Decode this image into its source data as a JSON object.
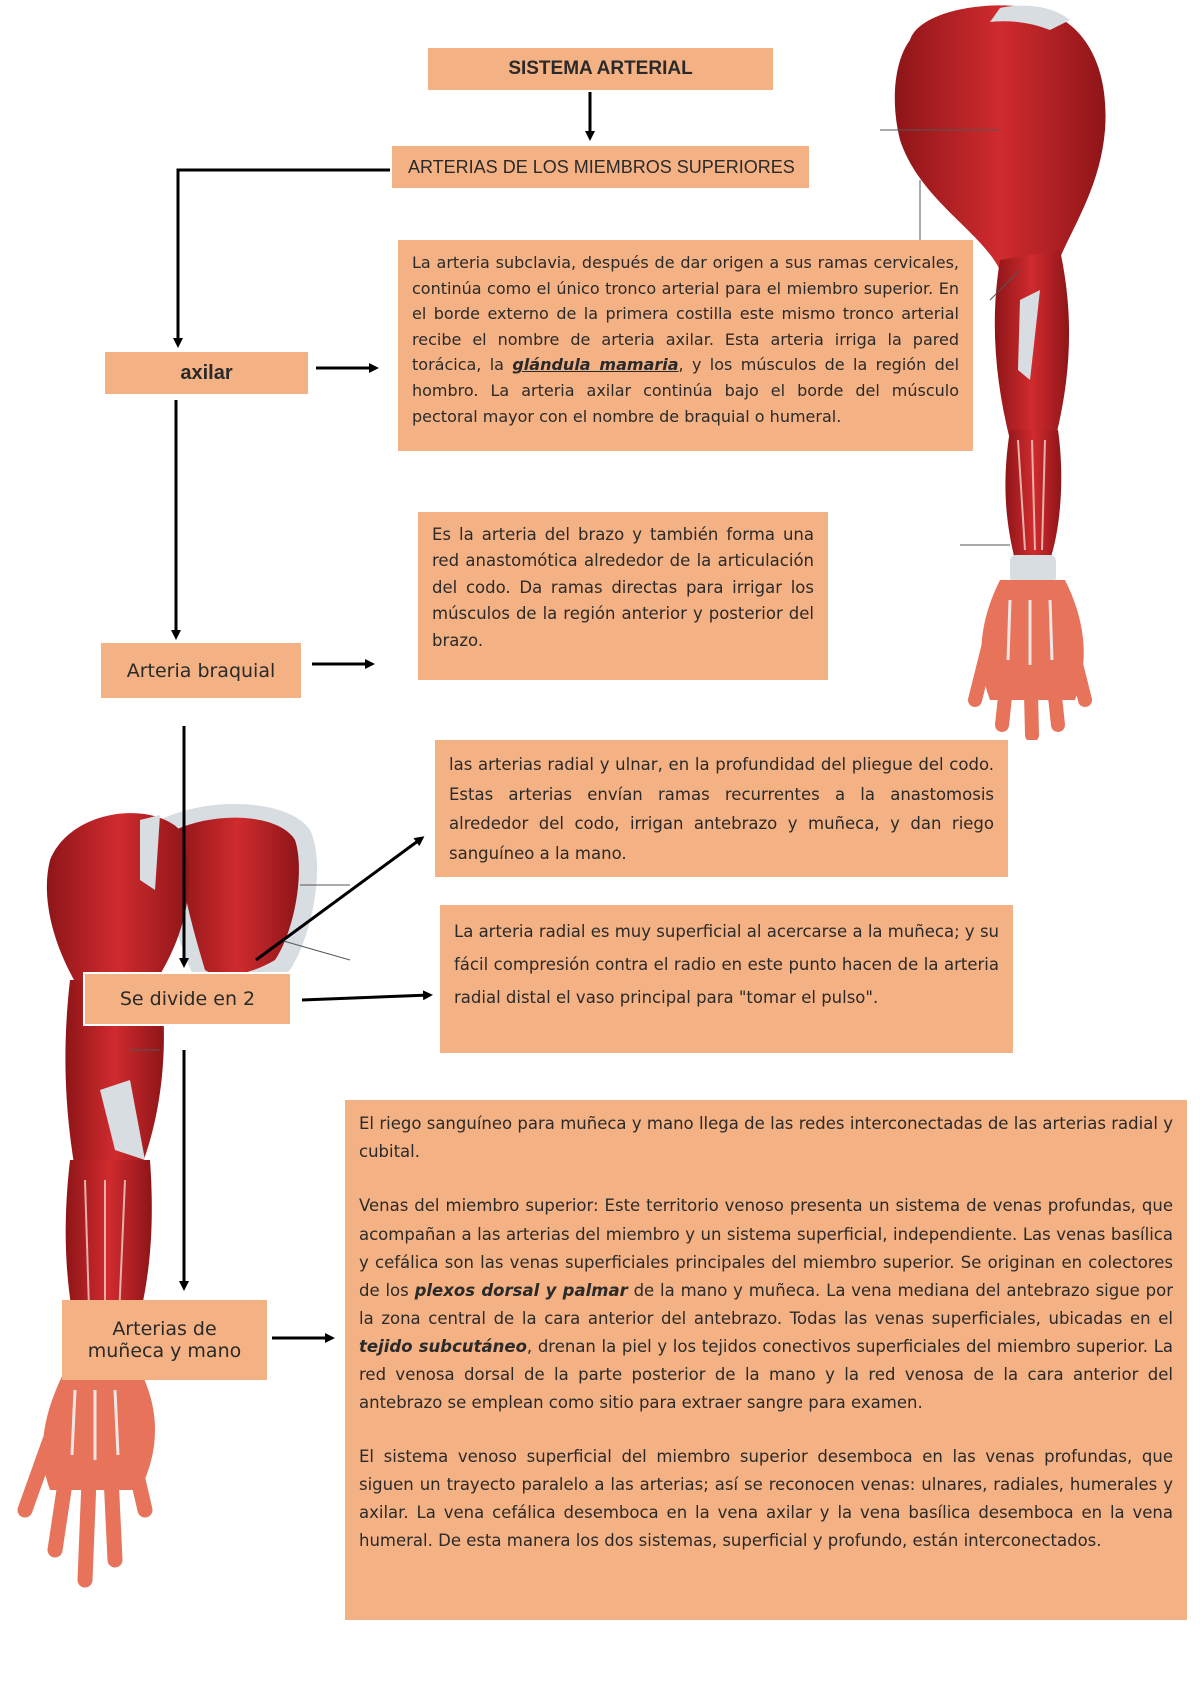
{
  "title": "SISTEMA ARTERIAL",
  "subtitle": "ARTERIAS DE LOS MIEMBROS SUPERIORES",
  "nodes": {
    "axilar": "axilar",
    "braquial": "Arteria braquial",
    "divide": "Se divide en 2",
    "munecaLine1": "Arterias de",
    "munecaLine2": "muñeca y mano"
  },
  "texts": {
    "axilar": {
      "before": "La arteria subclavia, después de dar origen a sus ramas cervicales, continúa como el único tronco arterial para el miembro superior. En el borde externo de la primera costilla este mismo tronco arterial recibe el nombre de arteria axilar. Esta arteria irriga la pared torácica, la ",
      "link": "glándula mamaria",
      "after": ", y los músculos de la región del hombro. La arteria axilar continúa bajo el borde del músculo pectoral mayor con el nombre de braquial o humeral."
    },
    "braquial": "Es la arteria del brazo y también forma una red anastomótica alrededor de la articulación del codo. Da ramas directas para irrigar los músculos de la región anterior y posterior del brazo.",
    "radialUlnar": "las arterias radial y ulnar, en la profundidad del pliegue del codo. Estas arterias envían ramas recurrentes a la anastomosis alrededor del codo, irrigan antebrazo y muñeca, y dan riego sanguíneo a la mano.",
    "radial": "La arteria radial es muy superficial al acercarse a la muñeca; y su fácil compresión contra el radio en este punto hacen de la arteria radial distal el vaso principal para \"tomar el pulso\".",
    "munecaP1": "El riego sanguíneo para muñeca y mano llega de las redes interconectadas de las arterias radial y cubital.",
    "munecaP2a": "Venas del miembro superior: Este territorio venoso presenta un sistema de venas profundas, que acompañan a las arterias del miembro y un sistema superficial, independiente. Las venas basílica y cefálica son las venas superficiales principales del miembro superior. Se originan en colectores de los ",
    "munecaP2b": "plexos dorsal y palmar",
    "munecaP2c": " de la mano y muñeca. La vena mediana del antebrazo sigue por la zona central de la cara anterior del antebrazo. Todas las venas superficiales, ubicadas en el ",
    "munecaP2d": "tejido subcutáneo",
    "munecaP2e": ", drenan la piel y los tejidos conectivos superficiales del miembro superior. La red venosa dorsal de la parte posterior de la mano y la red venosa de la cara anterior del antebrazo se emplean como sitio para extraer sangre para examen.",
    "munecaP3": "El sistema venoso superficial del miembro superior desemboca en las venas profundas, que siguen un trayecto paralelo a las arterias; así se reconocen venas: ulnares, radiales, humerales y axilar. La vena cefálica desemboca en la vena axilar y la vena basílica desemboca en la vena humeral. De esta manera los dos sistemas, superficial y profundo, están interconectados."
  },
  "colors": {
    "box": "#f4b183",
    "muscle": "#c8262a",
    "muscleDark": "#8e1518",
    "tendon": "#d8dde2",
    "skin": "#e6735a"
  },
  "icons": {
    "topArm": "arm-muscles-illustration",
    "bottomArm": "arm-muscles-illustration"
  }
}
